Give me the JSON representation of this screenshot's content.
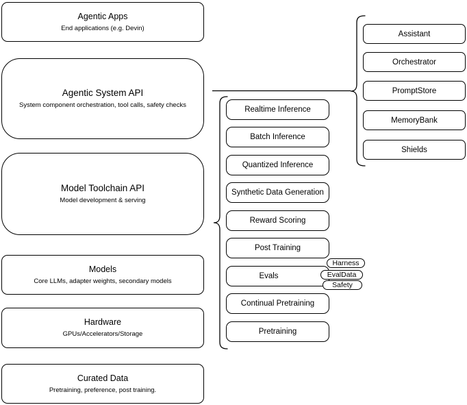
{
  "diagram": {
    "stack": [
      {
        "title": "Agentic Apps",
        "subtitle": "End applications (e.g. Devin)"
      },
      {
        "title": "Agentic System API",
        "subtitle": "System component orchestration, tool calls, safety checks"
      },
      {
        "title": "Model Toolchain API",
        "subtitle": "Model development & serving"
      },
      {
        "title": "Models",
        "subtitle": "Core LLMs, adapter weights, secondary models"
      },
      {
        "title": "Hardware",
        "subtitle": "GPUs/Accelerators/Storage"
      },
      {
        "title": "Curated Data",
        "subtitle": "Pretraining, preference, post training."
      }
    ],
    "toolchain_components": [
      "Realtime Inference",
      "Batch Inference",
      "Quantized Inference",
      "Synthetic Data Generation",
      "Reward Scoring",
      "Post Training",
      "Evals",
      "Continual Pretraining",
      "Pretraining"
    ],
    "evals_badges": [
      "Harness",
      "EvalData",
      "Safety"
    ],
    "system_components": [
      "Assistant",
      "Orchestrator",
      "PromptStore",
      "MemoryBank",
      "Shields"
    ],
    "colors": {
      "stroke": "#000000",
      "fill": "#ffffff",
      "text": "#000000"
    }
  }
}
